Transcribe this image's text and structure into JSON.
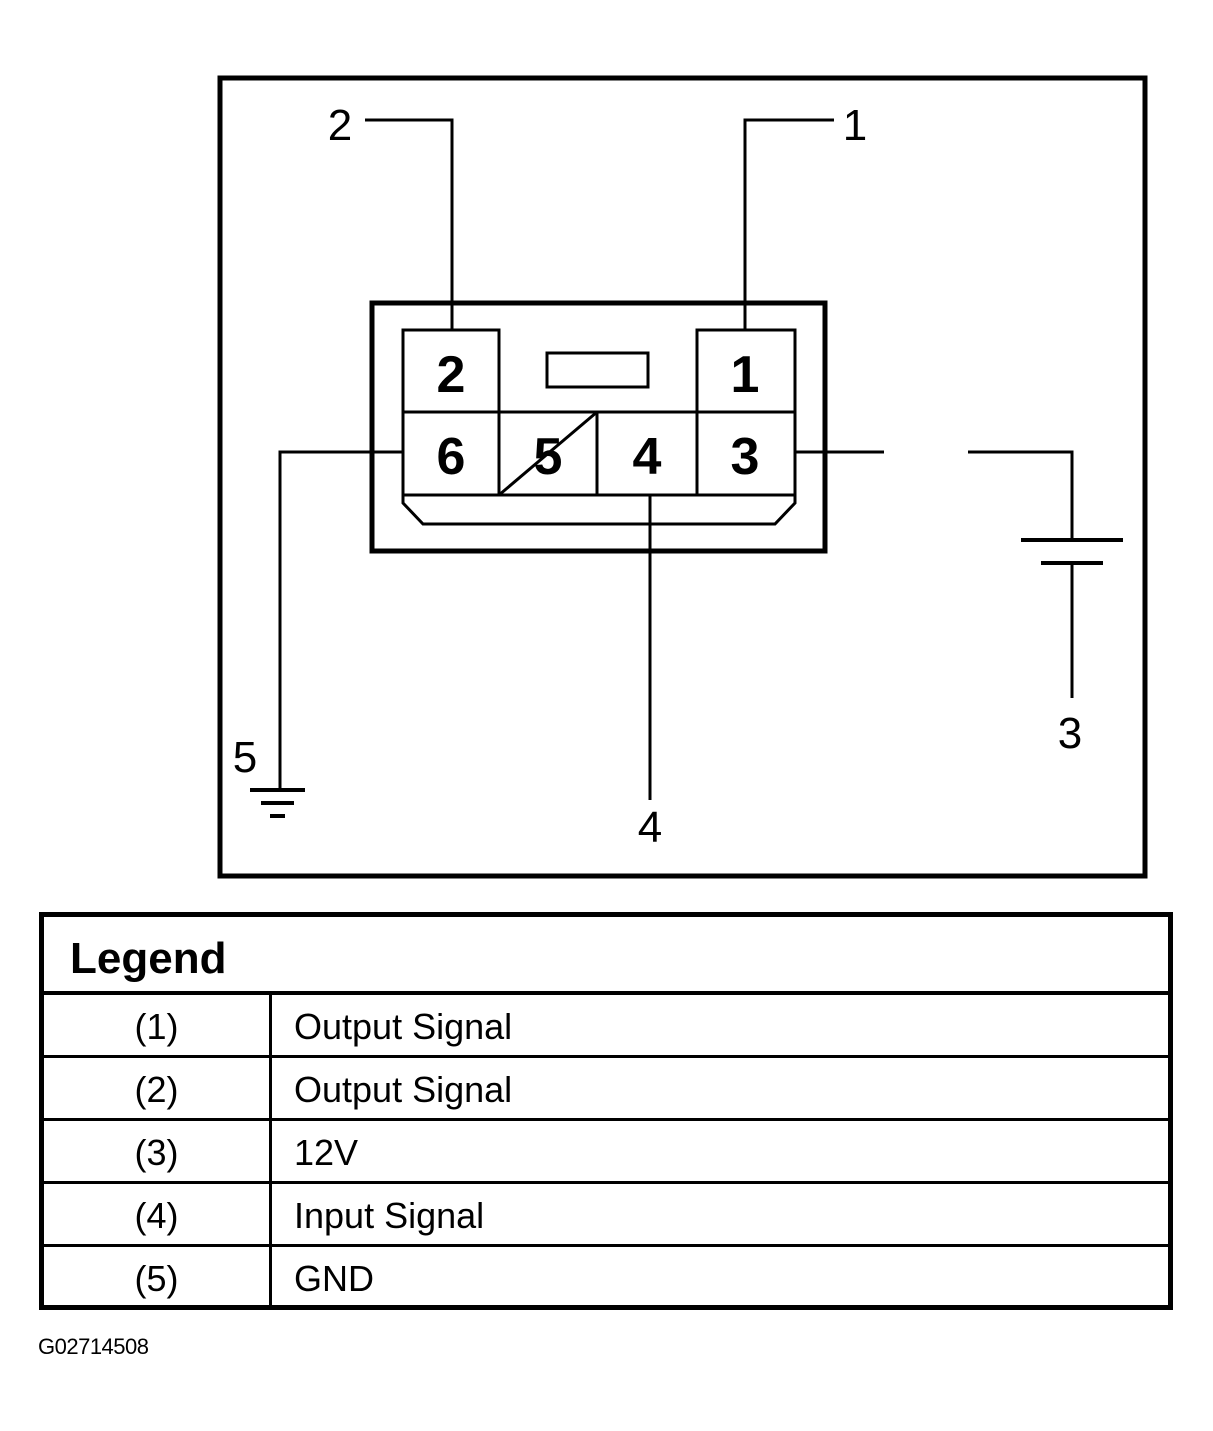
{
  "diagram": {
    "pins": [
      "2",
      "1",
      "6",
      "5",
      "4",
      "3"
    ],
    "callouts": [
      "2",
      "1",
      "5",
      "4",
      "3"
    ]
  },
  "legend": {
    "title": "Legend",
    "rows": [
      {
        "num": "(1)",
        "desc": "Output Signal"
      },
      {
        "num": "(2)",
        "desc": "Output Signal"
      },
      {
        "num": "(3)",
        "desc": "12V"
      },
      {
        "num": "(4)",
        "desc": "Input Signal"
      },
      {
        "num": "(5)",
        "desc": "GND"
      }
    ]
  },
  "figure_id": "G02714508"
}
